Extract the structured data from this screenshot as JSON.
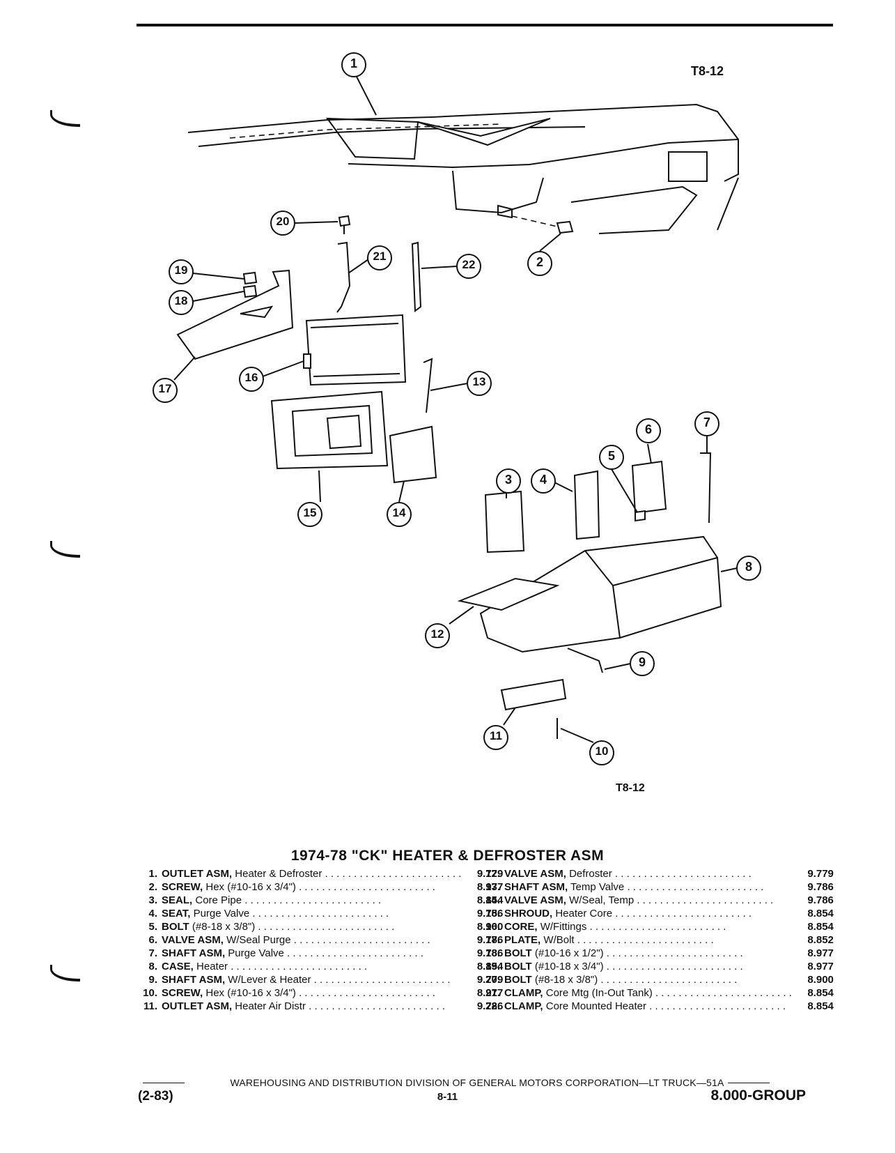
{
  "figure": {
    "code_top": "T8-12",
    "code_bottom": "T8-12",
    "callouts": [
      "1",
      "2",
      "3",
      "4",
      "5",
      "6",
      "7",
      "8",
      "9",
      "10",
      "11",
      "12",
      "13",
      "14",
      "15",
      "16",
      "17",
      "18",
      "19",
      "20",
      "21",
      "22"
    ]
  },
  "title": "1974-78 \"CK\" HEATER & DEFROSTER ASM",
  "parts_left": [
    {
      "num": "1.",
      "name": "OUTLET ASM,",
      "desc": "Heater & Defroster",
      "code": "9.779"
    },
    {
      "num": "2.",
      "name": "SCREW,",
      "desc": "Hex (#10-16 x 3/4\")",
      "code": "8.977"
    },
    {
      "num": "3.",
      "name": "SEAL,",
      "desc": "Core Pipe",
      "code": "8.854"
    },
    {
      "num": "4.",
      "name": "SEAT,",
      "desc": "Purge Valve",
      "code": "9.786"
    },
    {
      "num": "5.",
      "name": "BOLT",
      "desc": "(#8-18 x 3/8\")",
      "code": "8.900"
    },
    {
      "num": "6.",
      "name": "VALVE ASM,",
      "desc": "W/Seal Purge",
      "code": "9.786"
    },
    {
      "num": "7.",
      "name": "SHAFT ASM,",
      "desc": "Purge Valve",
      "code": "9.786"
    },
    {
      "num": "8.",
      "name": "CASE,",
      "desc": "Heater",
      "code": "8.854"
    },
    {
      "num": "9.",
      "name": "SHAFT ASM,",
      "desc": "W/Lever & Heater",
      "code": "9.779"
    },
    {
      "num": "10.",
      "name": "SCREW,",
      "desc": "Hex (#10-16 x 3/4\")",
      "code": "8.977"
    },
    {
      "num": "11.",
      "name": "OUTLET ASM,",
      "desc": "Heater Air Distr",
      "code": "9.786"
    }
  ],
  "parts_right": [
    {
      "num": "12.",
      "name": "VALVE ASM,",
      "desc": "Defroster",
      "code": "9.779"
    },
    {
      "num": "13.",
      "name": "SHAFT ASM,",
      "desc": "Temp Valve",
      "code": "9.786"
    },
    {
      "num": "14.",
      "name": "VALVE ASM,",
      "desc": "W/Seal, Temp",
      "code": "9.786"
    },
    {
      "num": "15.",
      "name": "SHROUD,",
      "desc": "Heater Core",
      "code": "8.854"
    },
    {
      "num": "16.",
      "name": "CORE,",
      "desc": "W/Fittings",
      "code": "8.854"
    },
    {
      "num": "17.",
      "name": "PLATE,",
      "desc": "W/Bolt",
      "code": "8.852"
    },
    {
      "num": "18.",
      "name": "BOLT",
      "desc": "(#10-16 x 1/2\")",
      "code": "8.977"
    },
    {
      "num": "19.",
      "name": "BOLT",
      "desc": "(#10-18 x 3/4\")",
      "code": "8.977"
    },
    {
      "num": "20.",
      "name": "BOLT",
      "desc": "(#8-18 x 3/8\")",
      "code": "8.900"
    },
    {
      "num": "21.",
      "name": "CLAMP,",
      "desc": "Core Mtg (In-Out Tank)",
      "code": "8.854"
    },
    {
      "num": "22.",
      "name": "CLAMP,",
      "desc": "Core Mounted Heater",
      "code": "8.854"
    }
  ],
  "footer": {
    "division": "WAREHOUSING AND DISTRIBUTION  DIVISION OF GENERAL MOTORS CORPORATION—LT TRUCK—51A",
    "date": "(2-83)",
    "page": "8-11",
    "group": "8.000-GROUP"
  }
}
